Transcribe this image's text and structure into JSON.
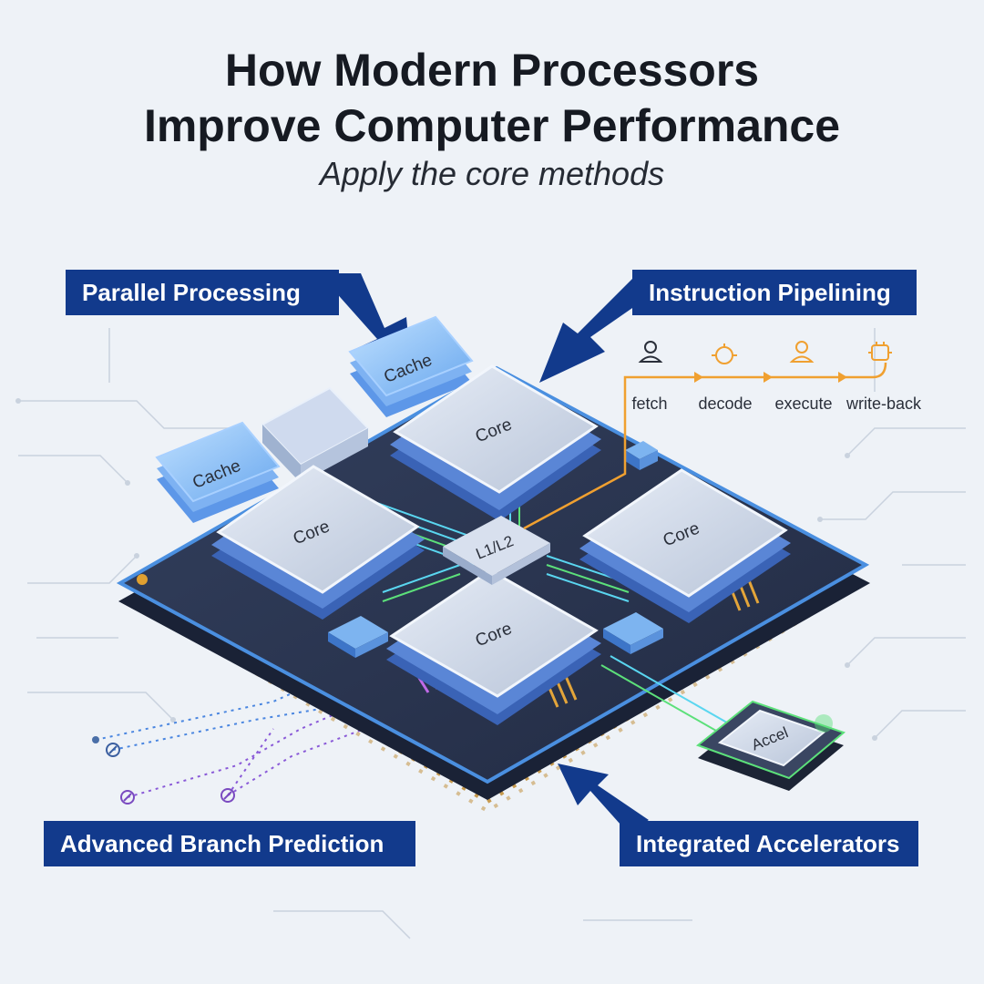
{
  "header": {
    "title_line1": "How Modern Processors",
    "title_line2": "Improve Computer Performance",
    "subtitle": "Apply the core methods"
  },
  "callouts": {
    "parallel_processing": "Parallel Processing",
    "instruction_pipelining": "Instruction Pipelining",
    "branch_prediction": "Advanced Branch Prediction",
    "integrated_accelerators": "Integrated Accelerators"
  },
  "chip": {
    "cores": [
      "Core",
      "Core",
      "Core",
      "Core"
    ],
    "cache_labels": [
      "Cache",
      "Cache"
    ],
    "shared_cache": "L1/L2",
    "accelerator": "Accel"
  },
  "pipeline": {
    "stages": [
      "fetch",
      "decode",
      "execute",
      "write-back"
    ]
  },
  "colors": {
    "navy": "#123a8c",
    "board": "#2b3652",
    "board_edge": "#4a8fe0",
    "core_face": "#d4dcea",
    "pins": "#c79a4e",
    "pipeline_orange": "#f0a030",
    "trace_cyan": "#5ad6f0",
    "trace_green": "#5ce07a",
    "trace_purple": "#a06ae0"
  }
}
